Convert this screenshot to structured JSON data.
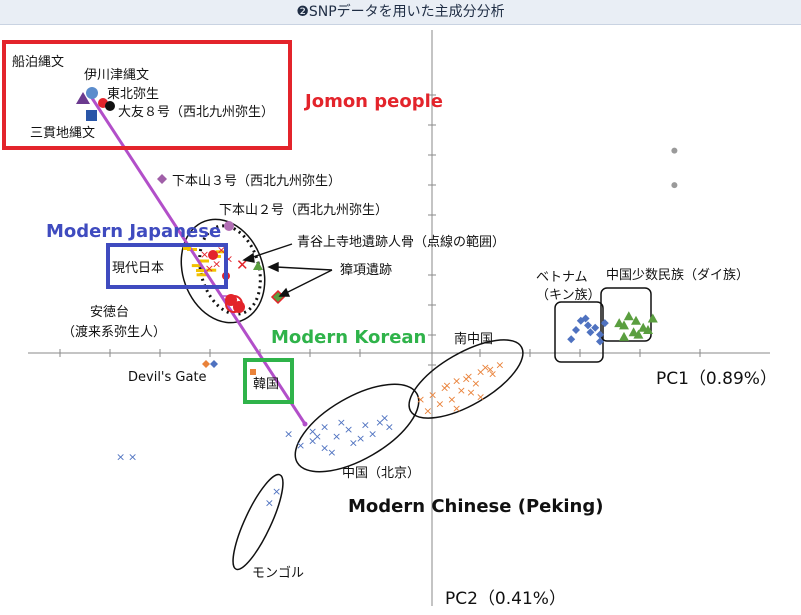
{
  "page_title": "❷SNPデータを用いた主成分分析",
  "chart_data": {
    "type": "scatter",
    "title": "❷SNPデータを用いた主成分分析",
    "xlabel": "PC1（0.89%）",
    "ylabel": "PC2（0.41%）",
    "grid": false,
    "legend": "none",
    "groups": {
      "jomon_heading": "Jomon people",
      "japanese_heading": "Modern Japanese",
      "korean_heading": "Modern Korean",
      "chinese_heading": "Modern Chinese (Peking)"
    },
    "labels": {
      "funadomari": "船泊縄文",
      "ikawazu": "伊川津縄文",
      "tohoku_yayoi": "東北弥生",
      "otomo8": "大友８号（西北九州弥生）",
      "sanganji": "三貫地縄文",
      "shimomotoyama3": "下本山３号（西北九州弥生）",
      "shimomotoyama2": "下本山２号（西北九州弥生）",
      "aoya": "青谷上寺地遺跡人骨（点線の範囲）",
      "zhangxiang": "獐項遺跡",
      "gendai_nihon": "現代日本",
      "antokudai_1": "安徳台",
      "antokudai_2": "（渡来系弥生人）",
      "kankoku": "韓国",
      "devils_gate": "Devil's Gate",
      "minami_chugoku": "南中国",
      "chugoku_pekin": "中国（北京）",
      "vietnam_1": "ベトナム",
      "vietnam_2": "（キン族）",
      "dai": "中国少数民族（ダイ族）",
      "mongol": "モンゴル"
    },
    "colors": {
      "jomon_box": "#e3242b",
      "japanese_box": "#3f4bbf",
      "korean_box": "#2fb34a",
      "trajectory": "#b24fc9",
      "blue": "#4f72c0",
      "orange": "#e9823a",
      "green": "#5a9e3f",
      "red": "#e3242b",
      "yellow": "#f2c200",
      "gray": "#9a9a9a",
      "purple": "#a05fa8"
    },
    "series": [
      {
        "color": "#4f72c0",
        "marker": "x",
        "x": [
          -0.06,
          -0.05,
          -0.045,
          -0.04,
          -0.055,
          -0.035,
          -0.03,
          -0.045,
          -0.038,
          -0.025,
          -0.05,
          -0.028,
          -0.042,
          -0.033,
          -0.048,
          -0.02,
          -0.022,
          -0.018
        ],
        "y": [
          -0.035,
          -0.038,
          -0.032,
          -0.036,
          -0.04,
          -0.033,
          -0.037,
          -0.041,
          -0.03,
          -0.035,
          -0.034,
          -0.031,
          -0.043,
          -0.039,
          -0.036,
          -0.028,
          -0.03,
          -0.032
        ]
      },
      {
        "color": "#e9823a",
        "marker": "x",
        "x": [
          -0.005,
          0.0,
          0.005,
          0.01,
          0.015,
          0.02,
          0.012,
          0.008,
          0.018,
          0.003,
          0.022,
          0.025,
          0.016,
          0.006,
          0.028,
          0.014,
          0.01,
          0.02,
          -0.002,
          0.024
        ],
        "y": [
          -0.02,
          -0.018,
          -0.015,
          -0.012,
          -0.01,
          -0.008,
          -0.016,
          -0.02,
          -0.013,
          -0.022,
          -0.006,
          -0.009,
          -0.017,
          -0.014,
          -0.005,
          -0.011,
          -0.024,
          -0.019,
          -0.025,
          -0.007
        ]
      },
      {
        "color": "#4f72c0",
        "marker": "diamond",
        "x": [
          0.06,
          0.065,
          0.07,
          0.062,
          0.068,
          0.058,
          0.072,
          0.066,
          0.064,
          0.07
        ],
        "y": [
          0.01,
          0.012,
          0.008,
          0.014,
          0.011,
          0.006,
          0.013,
          0.009,
          0.015,
          0.005
        ]
      },
      {
        "color": "#5a9e3f",
        "marker": "triangle",
        "x": [
          0.08,
          0.085,
          0.09,
          0.082,
          0.088,
          0.078,
          0.086,
          0.092,
          0.084,
          0.08
        ],
        "y": [
          0.012,
          0.014,
          0.01,
          0.016,
          0.011,
          0.013,
          0.008,
          0.015,
          0.009,
          0.007
        ]
      },
      {
        "color": "#f2c200",
        "marker": "dash",
        "x": [
          -0.1,
          -0.095,
          -0.09,
          -0.098,
          -0.092,
          -0.088,
          -0.096
        ],
        "y": [
          0.045,
          0.04,
          0.042,
          0.038,
          0.036,
          0.044,
          0.034
        ]
      },
      {
        "color": "#e3242b",
        "marker": "x",
        "x": [
          -0.095,
          -0.09,
          -0.085,
          -0.093,
          -0.088
        ],
        "y": [
          0.043,
          0.039,
          0.041,
          0.037,
          0.045
        ]
      },
      {
        "color": "#4f72c0",
        "marker": "x",
        "x": [
          -0.13,
          -0.125,
          -0.065,
          -0.068
        ],
        "y": [
          -0.045,
          -0.045,
          -0.06,
          -0.065
        ]
      },
      {
        "color": "#9a9a9a",
        "marker": "circle",
        "x": [
          0.101,
          0.101
        ],
        "y": [
          0.088,
          0.073
        ]
      }
    ],
    "named_points": [
      {
        "label": "funadomari",
        "color": "#7a3a96",
        "marker": "triangle",
        "x": -0.134,
        "y": 0.122
      },
      {
        "label": "ikawazu",
        "color": "#5b8ccc",
        "marker": "circle",
        "x": -0.131,
        "y": 0.124
      },
      {
        "label": "tohoku_yayoi",
        "color": "#e3242b",
        "marker": "circle",
        "x": -0.127,
        "y": 0.119
      },
      {
        "label": "otomo8",
        "color": "#111111",
        "marker": "circle",
        "x": -0.123,
        "y": 0.118
      },
      {
        "label": "sanganji",
        "color": "#2a56a8",
        "marker": "square",
        "x": -0.131,
        "y": 0.113
      },
      {
        "label": "shimomotoyama3",
        "color": "#a05fa8",
        "marker": "diamond",
        "x": -0.111,
        "y": 0.085
      },
      {
        "label": "shimomotoyama2",
        "color": "#a05fa8",
        "marker": "circle",
        "x": -0.082,
        "y": 0.057
      },
      {
        "label": "zhangxiang",
        "color": "#5a9e3f",
        "marker": "diamond",
        "x": -0.063,
        "y": 0.028
      },
      {
        "label": "kankoku",
        "color": "#e9823a",
        "marker": "square",
        "x": -0.065,
        "y": -0.006
      },
      {
        "label": "devils_gate",
        "color": "#e9823a",
        "marker": "diamond",
        "x": -0.087,
        "y": -0.005
      }
    ]
  }
}
